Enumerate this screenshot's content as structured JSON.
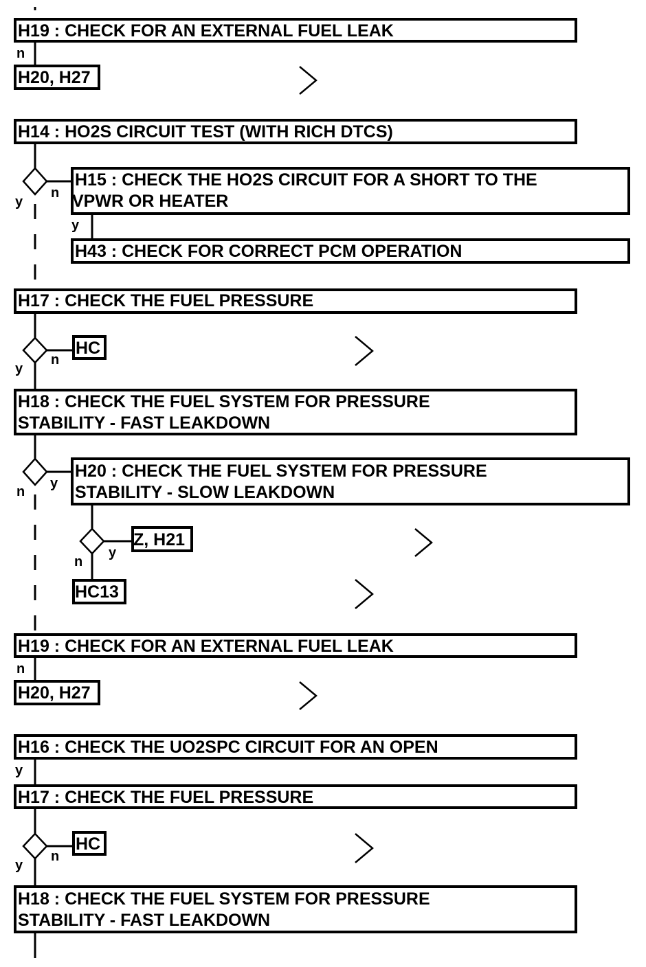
{
  "boxes": {
    "b1": "H19 : CHECK FOR AN EXTERNAL FUEL LEAK",
    "b2": "H20, H27",
    "b3": "H14 : HO2S CIRCUIT TEST (WITH RICH DTCS)",
    "b4_l1": "H15 : CHECK THE HO2S CIRCUIT FOR A SHORT TO THE",
    "b4_l2": "VPWR OR HEATER",
    "b5": "H43 : CHECK FOR CORRECT PCM OPERATION",
    "b6": "H17 : CHECK THE FUEL PRESSURE",
    "b7": "HC",
    "b8_l1": "H18 : CHECK THE FUEL SYSTEM FOR PRESSURE",
    "b8_l2": "STABILITY - FAST LEAKDOWN",
    "b9_l1": "H20 : CHECK THE FUEL SYSTEM FOR PRESSURE",
    "b9_l2": "STABILITY - SLOW LEAKDOWN",
    "b10": "Z, H21",
    "b11": "HC13",
    "b12": "H19 : CHECK FOR AN EXTERNAL FUEL LEAK",
    "b13": "H20, H27",
    "b14": "H16 : CHECK THE UO2SPC CIRCUIT FOR AN OPEN",
    "b15": "H17 : CHECK THE FUEL PRESSURE",
    "b16": "HC",
    "b17_l1": "H18 : CHECK THE FUEL SYSTEM FOR PRESSURE",
    "b17_l2": "STABILITY - FAST LEAKDOWN"
  },
  "labels": {
    "l1": "n",
    "l2": "y",
    "l3": "n",
    "l4": "y",
    "l5": "y",
    "l6": "n",
    "l7": "n",
    "l8": "y",
    "l9": "y",
    "l10": "n",
    "l11": "n",
    "l12": "y",
    "l13": "y",
    "l14": "n"
  },
  "colors": {
    "stroke": "#000000",
    "background": "#ffffff"
  }
}
